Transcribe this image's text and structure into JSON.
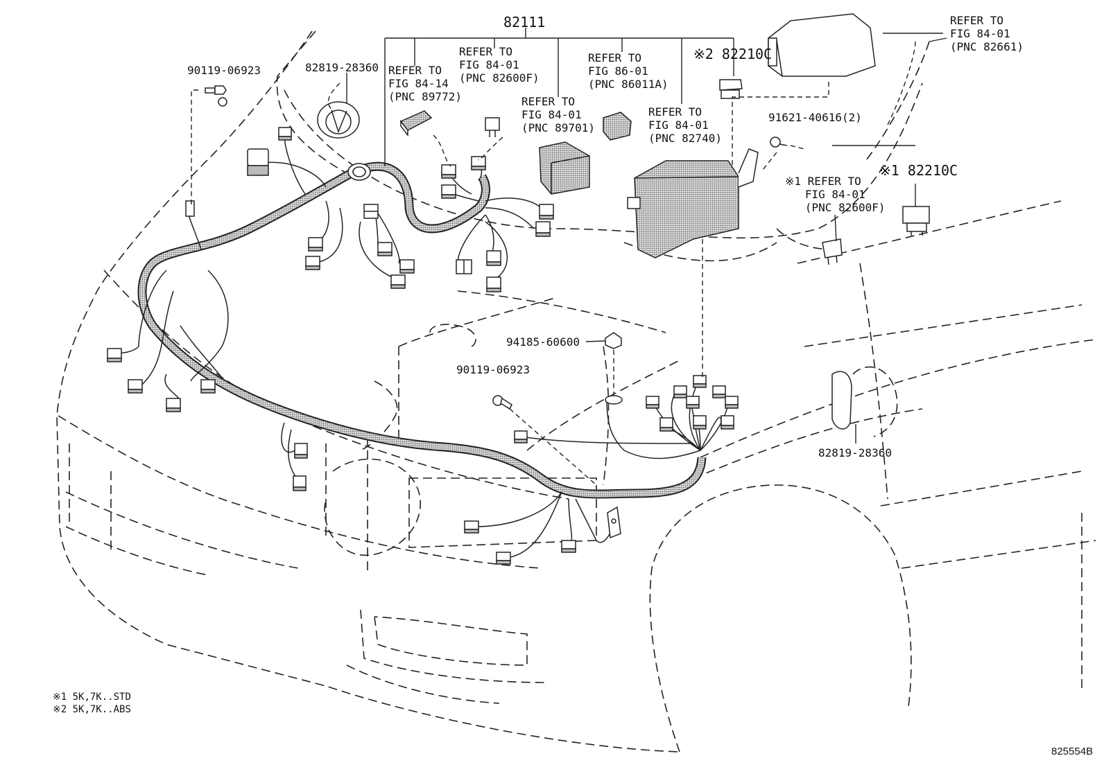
{
  "labels": {
    "main": "82111",
    "b1": "90119-06923",
    "g1": "82819-28360",
    "ref_89772": "REFER TO\nFIG 84-14\n(PNC 89772)",
    "ref_82600f": "REFER TO\nFIG 84-01\n(PNC 82600F)",
    "ref_89701": "REFER TO\nFIG 84-01\n(PNC 89701)",
    "ref_86011a": "REFER TO\nFIG 86-01\n(PNC 86011A)",
    "ref_82740": "REFER TO\nFIG 84-01\n(PNC 82740)",
    "relay2": "※2 82210C",
    "ref_82661": "REFER TO\nFIG 84-01\n(PNC 82661)",
    "screw": "91621-40616(2)",
    "ref_82600f_2": "※1 REFER TO\n   FIG 84-01\n   (PNC 82600F)",
    "relay1": "※1 82210C",
    "nut": "94185-60600",
    "b2": "90119-06923",
    "g2": "82819-28360"
  },
  "notes": {
    "n1": "※1 5K,7K..STD",
    "n2": "※2 5K,7K..ABS"
  },
  "figure_code": "825554B"
}
